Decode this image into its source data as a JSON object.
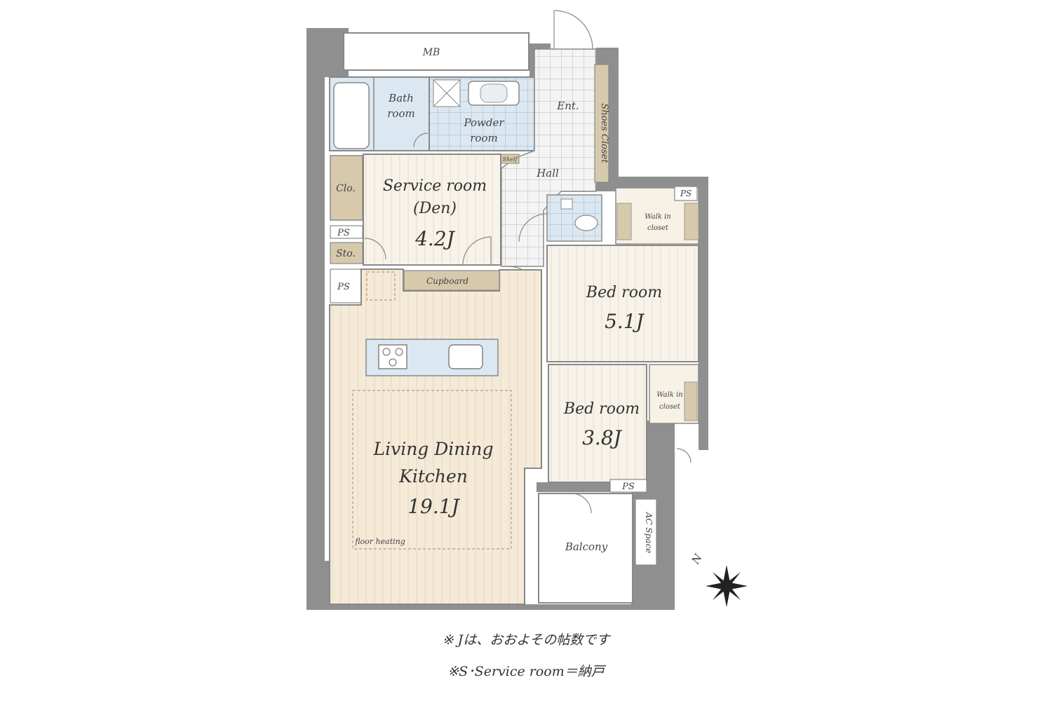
{
  "rooms": {
    "mb": "MB",
    "bath_line1": "Bath",
    "bath_line2": "room",
    "powder_line1": "Powder",
    "powder_line2": "room",
    "ent": "Ent.",
    "shoes_closet": "Shoes Closet",
    "hall": "Hall",
    "shelf": "Shelf",
    "service_line1": "Service room",
    "service_line2": "(Den)",
    "service_area": "4.2J",
    "clo": "Clo.",
    "ps": "PS",
    "sto": "Sto.",
    "cupboard": "Cupboard",
    "walk_in_line1": "Walk in",
    "walk_in_line2": "closet",
    "bed1_name": "Bed room",
    "bed1_area": "5.1J",
    "bed2_name": "Bed room",
    "bed2_area": "3.8J",
    "ldk_line1": "Living Dining",
    "ldk_line2": "Kitchen",
    "ldk_area": "19.1J",
    "floor_heating": "floor heating",
    "balcony": "Balcony",
    "ac_space": "AC Space",
    "compass_n": "N"
  },
  "notes": {
    "line1": "※ Jは、おおよその帖数です",
    "line2": "※S･Service room＝納戸"
  },
  "colors": {
    "wall": "#8f8f8f",
    "wet_area": "#dce8f1",
    "wood_floor": "#f5ead8",
    "service_floor": "#f7f1e6",
    "storage": "#d7c9ac",
    "tile": "#f2f2f2"
  }
}
